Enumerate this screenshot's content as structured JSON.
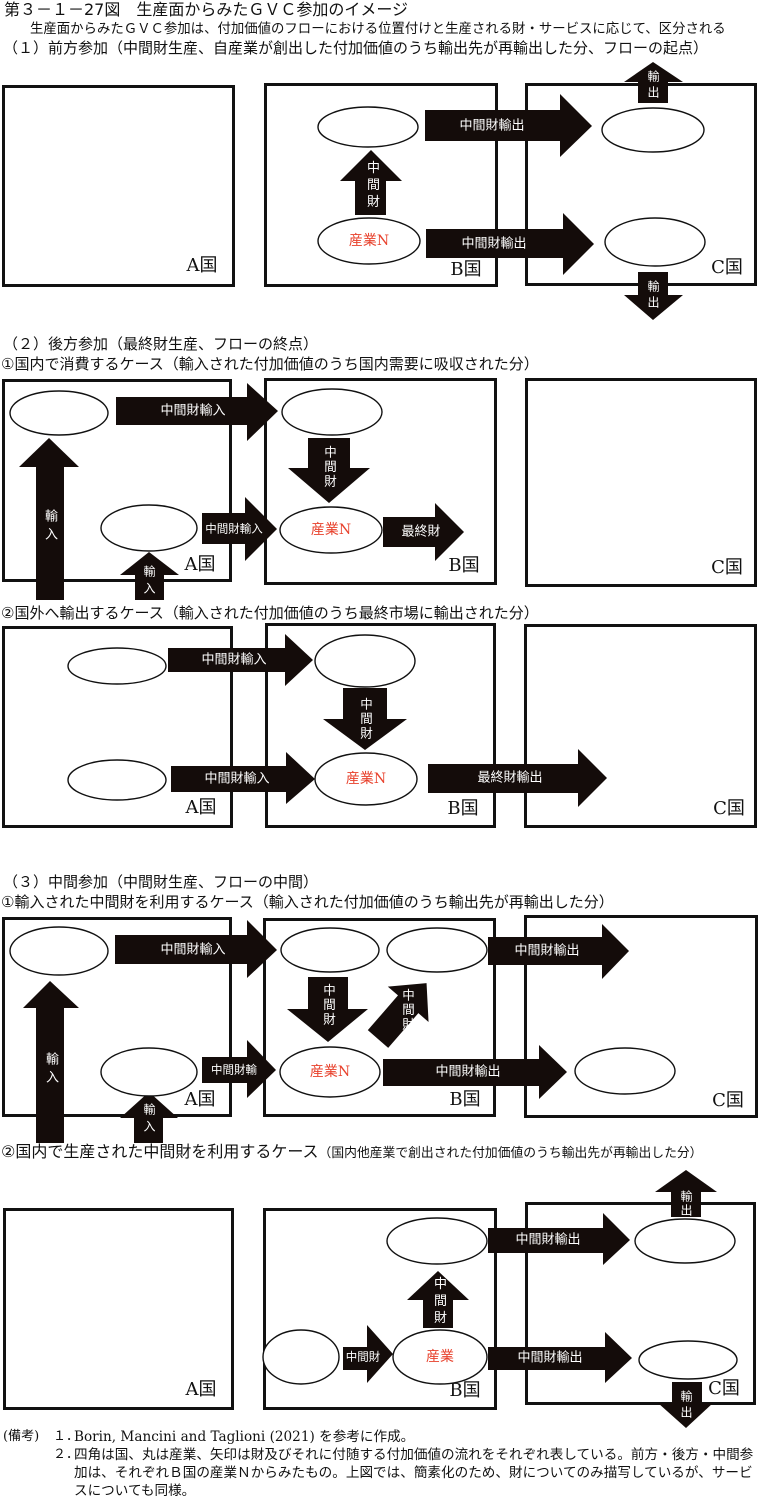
{
  "figure": {
    "title": "第３－１－27図　生産面からみたＧＶＣ参加のイメージ",
    "subtitle": "生産面からみたＧＶＣ参加は、付加価値のフローにおける位置付けと生産される財・サービスに応じて、区分される"
  },
  "countries": [
    "A国",
    "B国",
    "C国"
  ],
  "forward": {
    "heading": "（１）前方参加（中間財生産、自産業が創出した付加価値のうち輸出先が再輸出した分、フローの起点）",
    "industry": "産業N",
    "arrows": {
      "b_internal_up": "中間財",
      "export_upper": "中間財輸出",
      "export_lower": "中間財輸出",
      "c_export_up": "輸出",
      "c_export_down": "輸出"
    }
  },
  "backward": {
    "heading": "（２）後方参加（最終財生産、フローの終点）",
    "domestic_consumption": {
      "heading": "①国内で消費するケース（輸入された付加価値のうち国内需要に吸収された分）",
      "industry": "産業N",
      "arrows": {
        "import_upper": "中間財輸入",
        "a_import_large": "輸入",
        "a_import_small": "輸入",
        "import_lower": "中間財輸入",
        "b_internal_down": "中間財",
        "final_goods": "最終財"
      }
    },
    "export_abroad": {
      "heading": "②国外へ輸出するケース（輸入された付加価値のうち最終市場に輸出された分）",
      "industry": "産業N",
      "arrows": {
        "import_upper": "中間財輸入",
        "b_internal_down": "中間財",
        "import_lower": "中間財輸入",
        "final_goods_export": "最終財輸出"
      }
    }
  },
  "intermediate": {
    "heading": "（３）中間参加（中間財生産、フローの中間）",
    "imported_inputs": {
      "heading": "①輸入された中間財を利用するケース（輸入された付加価値のうち輸出先が再輸出した分）",
      "industry": "産業N",
      "arrows": {
        "import_upper": "中間財輸入",
        "a_import_large": "輸入",
        "a_import_small": "輸入",
        "import_lower": "中間財輸",
        "b_internal_down": "中間財",
        "b_internal_diagonal": "中間財",
        "export_upper": "中間財輸出",
        "export_lower": "中間財輸出"
      }
    },
    "domestic_inputs": {
      "heading_main": "②国内で生産された中間財を利用するケース",
      "heading_note": "（国内他産業で創出された付加価値のうち輸出先が再輸出した分）",
      "industry": "産業",
      "arrows": {
        "export_upper": "中間財輸出",
        "c_export_up": "輸出",
        "b_internal_up": "中間財",
        "b_domestic_input": "中間財",
        "export_lower": "中間財輸出",
        "c_export_down": "輸出"
      }
    }
  },
  "notes": {
    "label": "(備考)",
    "items": [
      {
        "num": "１．",
        "text": "Borin, Mancini and Taglioni (2021) を参考に作成。"
      },
      {
        "num": "２．",
        "text": "四角は国、丸は産業、矢印は財及びそれに付随する付加価値の流れをそれぞれ表している。前方・後方・中間参加は、それぞれＢ国の産業Ｎからみたもの。上図では、簡素化のため、財についてのみ描写しているが、サービスについても同様。"
      }
    ]
  },
  "colors": {
    "arrow": "#140c0a",
    "line": "#111111",
    "industry_text": "#e8412c"
  }
}
